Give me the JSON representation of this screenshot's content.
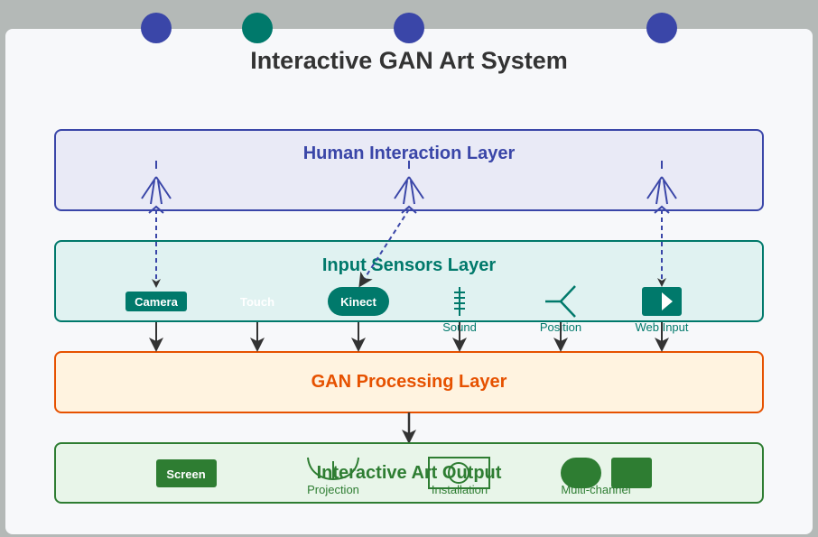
{
  "title": "Interactive GAN Art System",
  "colors": {
    "human": "#3a46a8",
    "human_fill": "#e9eaf6",
    "sensors": "#00796b",
    "sensors_fill": "#e0f2f1",
    "gan": "#e65100",
    "gan_fill": "#fff3e0",
    "output": "#2e7d32",
    "output_fill": "#e8f5e9",
    "canvas": "#f7f8fa",
    "arrow": "#333333"
  },
  "layers": {
    "human": {
      "title": "Human Interaction Layer"
    },
    "sensors": {
      "title": "Input Sensors Layer",
      "items": [
        "Camera",
        "Touch",
        "Kinect",
        "Sound",
        "Position",
        "Web Input"
      ]
    },
    "gan": {
      "title": "GAN Processing Layer"
    },
    "output": {
      "title": "Interactive Art Output",
      "items": [
        "Screen",
        "Projection",
        "Installation",
        "Multi-channel"
      ]
    }
  },
  "icons": {
    "top_dots": [
      "indigo-dot-icon",
      "teal-dot-icon",
      "indigo-dot-icon",
      "indigo-dot-icon"
    ],
    "human": [
      "person-icon",
      "person-icon",
      "person-icon"
    ],
    "sensors": [
      "sound-wave-icon",
      "position-icon",
      "play-icon"
    ],
    "output": [
      "projection-arc-icon",
      "installation-icon",
      "multi-channel-round-icon",
      "multi-channel-square-icon"
    ]
  }
}
